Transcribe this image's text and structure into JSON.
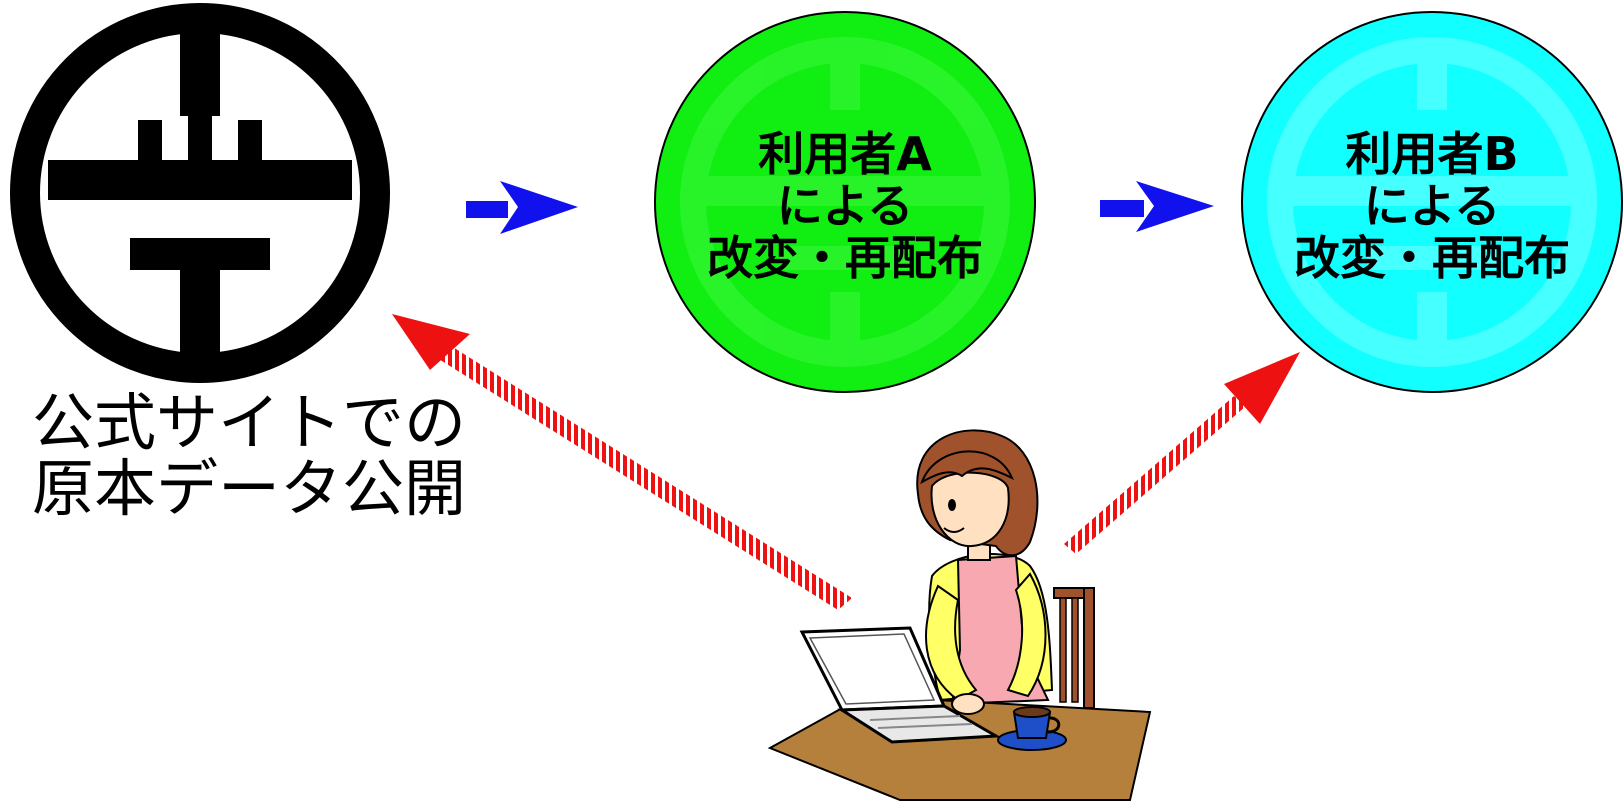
{
  "official": {
    "line1": "公式サイトでの",
    "line2": "原本データ公開",
    "emblem_color": "#000000"
  },
  "user_a": {
    "line1": "利用者A",
    "line2": "による",
    "line3": "改変・再配布",
    "fill_color": "#11ee11"
  },
  "user_b": {
    "line1": "利用者B",
    "line2": "による",
    "line3": "改変・再配布",
    "fill_color": "#11ffff"
  },
  "flow_arrow_color": "#1111ee",
  "download_arrow_color": "#ee1111"
}
